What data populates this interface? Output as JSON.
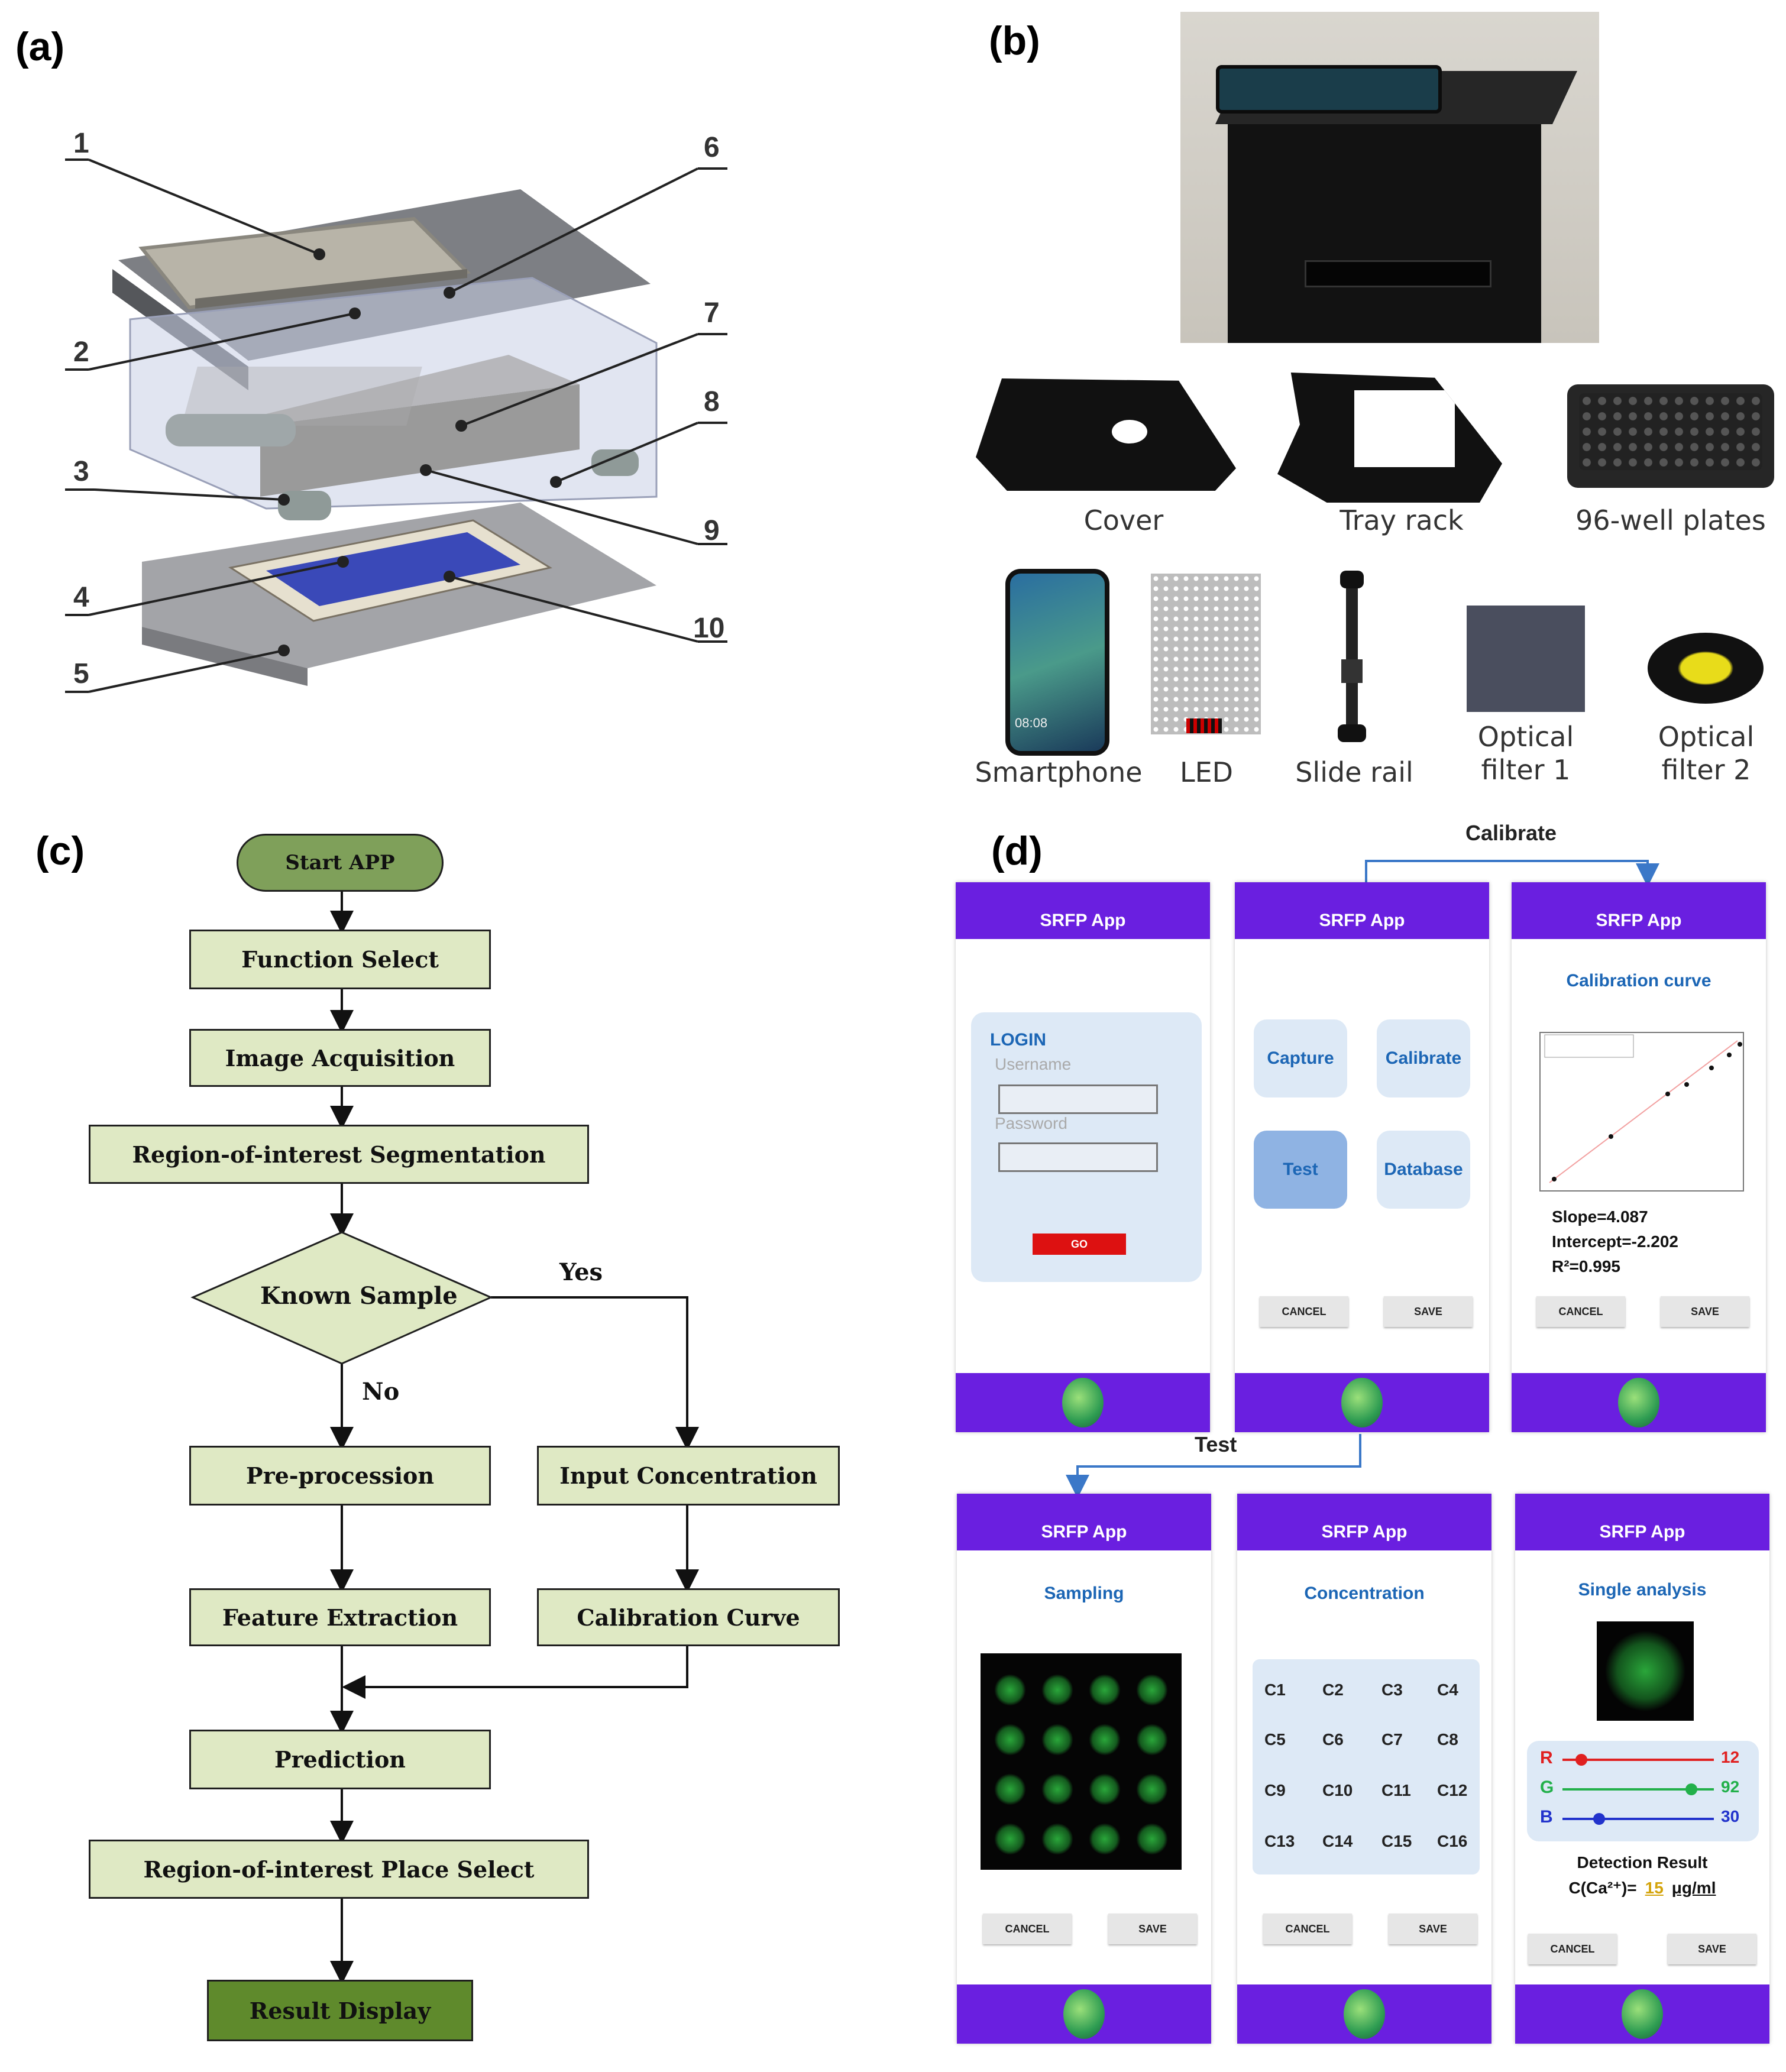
{
  "panels": {
    "a": "(a)",
    "b": "(b)",
    "c": "(c)",
    "d": "(d)"
  },
  "panel_a": {
    "callouts": [
      "1",
      "2",
      "3",
      "4",
      "5",
      "6",
      "7",
      "8",
      "9",
      "10"
    ]
  },
  "panel_b": {
    "parts": [
      "Cover",
      "Tray rack",
      "96-well plates",
      "Smartphone",
      "LED",
      "Slide rail",
      "Optical filter 1",
      "Optical filter 2"
    ]
  },
  "flowchart": {
    "start": "Start APP",
    "function_select": "Function Select",
    "image_acquisition": "Image Acquisition",
    "roi_segmentation": "Region-of-interest Segmentation",
    "decision": "Known Sample",
    "yes": "Yes",
    "no": "No",
    "preprocession": "Pre-procession",
    "feature_extraction": "Feature Extraction",
    "input_concentration": "Input Concentration",
    "calibration_curve": "Calibration Curve",
    "prediction": "Prediction",
    "roi_place_select": "Region-of-interest Place Select",
    "result_display": "Result Display"
  },
  "app": {
    "name": "SRFP App",
    "arrow_calibrate": "Calibrate",
    "arrow_test": "Test",
    "cancel": "CANCEL",
    "save": "SAVE",
    "login": {
      "title": "LOGIN",
      "username": "Username",
      "password": "Password",
      "go": "GO"
    },
    "menu": {
      "capture": "Capture",
      "calibrate": "Calibrate",
      "test": "Test",
      "database": "Database"
    },
    "calibration": {
      "title": "Calibration curve",
      "slope": "Slope=4.087",
      "intercept": "Intercept=-2.202",
      "r2": "R²=0.995"
    },
    "sampling": {
      "title": "Sampling"
    },
    "concentration": {
      "title": "Concentration",
      "cells": [
        "C1",
        "C2",
        "C3",
        "C4",
        "C5",
        "C6",
        "C7",
        "C8",
        "C9",
        "C10",
        "C11",
        "C12",
        "C13",
        "C14",
        "C15",
        "C16"
      ]
    },
    "single": {
      "title": "Single analysis",
      "r_label": "R",
      "r_value": "12",
      "g_label": "G",
      "g_value": "92",
      "b_label": "B",
      "b_value": "30",
      "result_title": "Detection Result",
      "result_prefix": "C(Ca²⁺)=",
      "result_value": "15",
      "result_unit": "μg/ml"
    },
    "colors": {
      "primary": "#6a1fe0",
      "r": "#e02020",
      "g": "#22b04a",
      "b": "#2233cc"
    }
  }
}
